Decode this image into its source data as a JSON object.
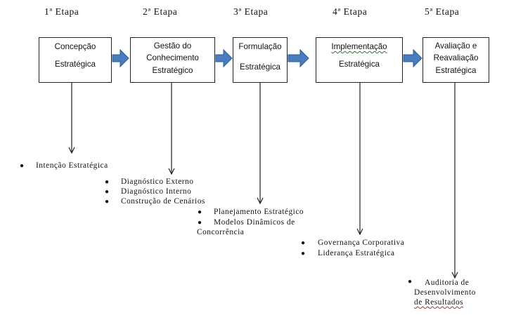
{
  "stages": [
    {
      "label": "1ª Etapa"
    },
    {
      "label": "2ª Etapa"
    },
    {
      "label": "3ª Etapa"
    },
    {
      "label": "4ª Etapa"
    },
    {
      "label": "5ª Etapa"
    }
  ],
  "boxes": [
    {
      "lines": [
        "Concepção",
        "Estratégica"
      ]
    },
    {
      "lines": [
        "Gestão do",
        "Conhecimento",
        "Estratégico"
      ]
    },
    {
      "lines": [
        "Formulação",
        "Estratégica"
      ]
    },
    {
      "lines": [
        "Implementação",
        "Estratégica"
      ]
    },
    {
      "lines": [
        "Avaliação e",
        "Reavaliação",
        "Estratégica"
      ]
    }
  ],
  "lists": {
    "stage1": [
      "Intenção Estratégica"
    ],
    "stage2": [
      "Diagnóstico Externo",
      "Diagnóstico Interno",
      "Construção de Cenários"
    ],
    "stage3": [
      "Planejamento Estratégico",
      "Modelos Dinâmicos de",
      "Concorrência"
    ],
    "stage4": [
      "Governança Corporativa",
      "Liderança Estratégica"
    ],
    "stage5": [
      "Auditoria de",
      "Desenvolvimento",
      "de Resultados"
    ]
  },
  "colors": {
    "flow_arrow": "#4a7cc0",
    "flow_arrow_edge": "#2e5a9a",
    "line": "#222222"
  }
}
